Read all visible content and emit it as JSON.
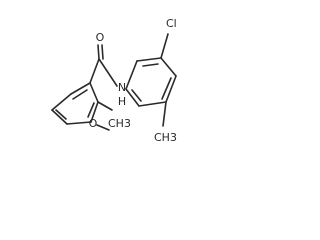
{
  "molecule": {
    "atoms": {
      "oxygen_carbonyl": "O",
      "nitrogen_amide": "N",
      "hydrogen_amide": "H",
      "chlorine": "Cl",
      "methyl": "CH3",
      "oxygen_methoxy": "O",
      "methoxy_methyl": "CH3"
    },
    "colors": {
      "bond": "#2a2a2a",
      "label": "#2a2a2a"
    }
  }
}
